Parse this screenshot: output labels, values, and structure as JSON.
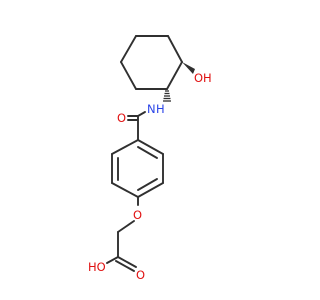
{
  "molecule": {
    "atom_labels": {
      "oh_top": "OH",
      "nh": "N",
      "nh_h": "H",
      "amide_o": "O",
      "ether_o": "O",
      "acid_o": "O",
      "acid_ho": "HO"
    },
    "colors": {
      "bond": "#303030",
      "oxygen": "#e01010",
      "nitrogen": "#2a44e8"
    }
  }
}
